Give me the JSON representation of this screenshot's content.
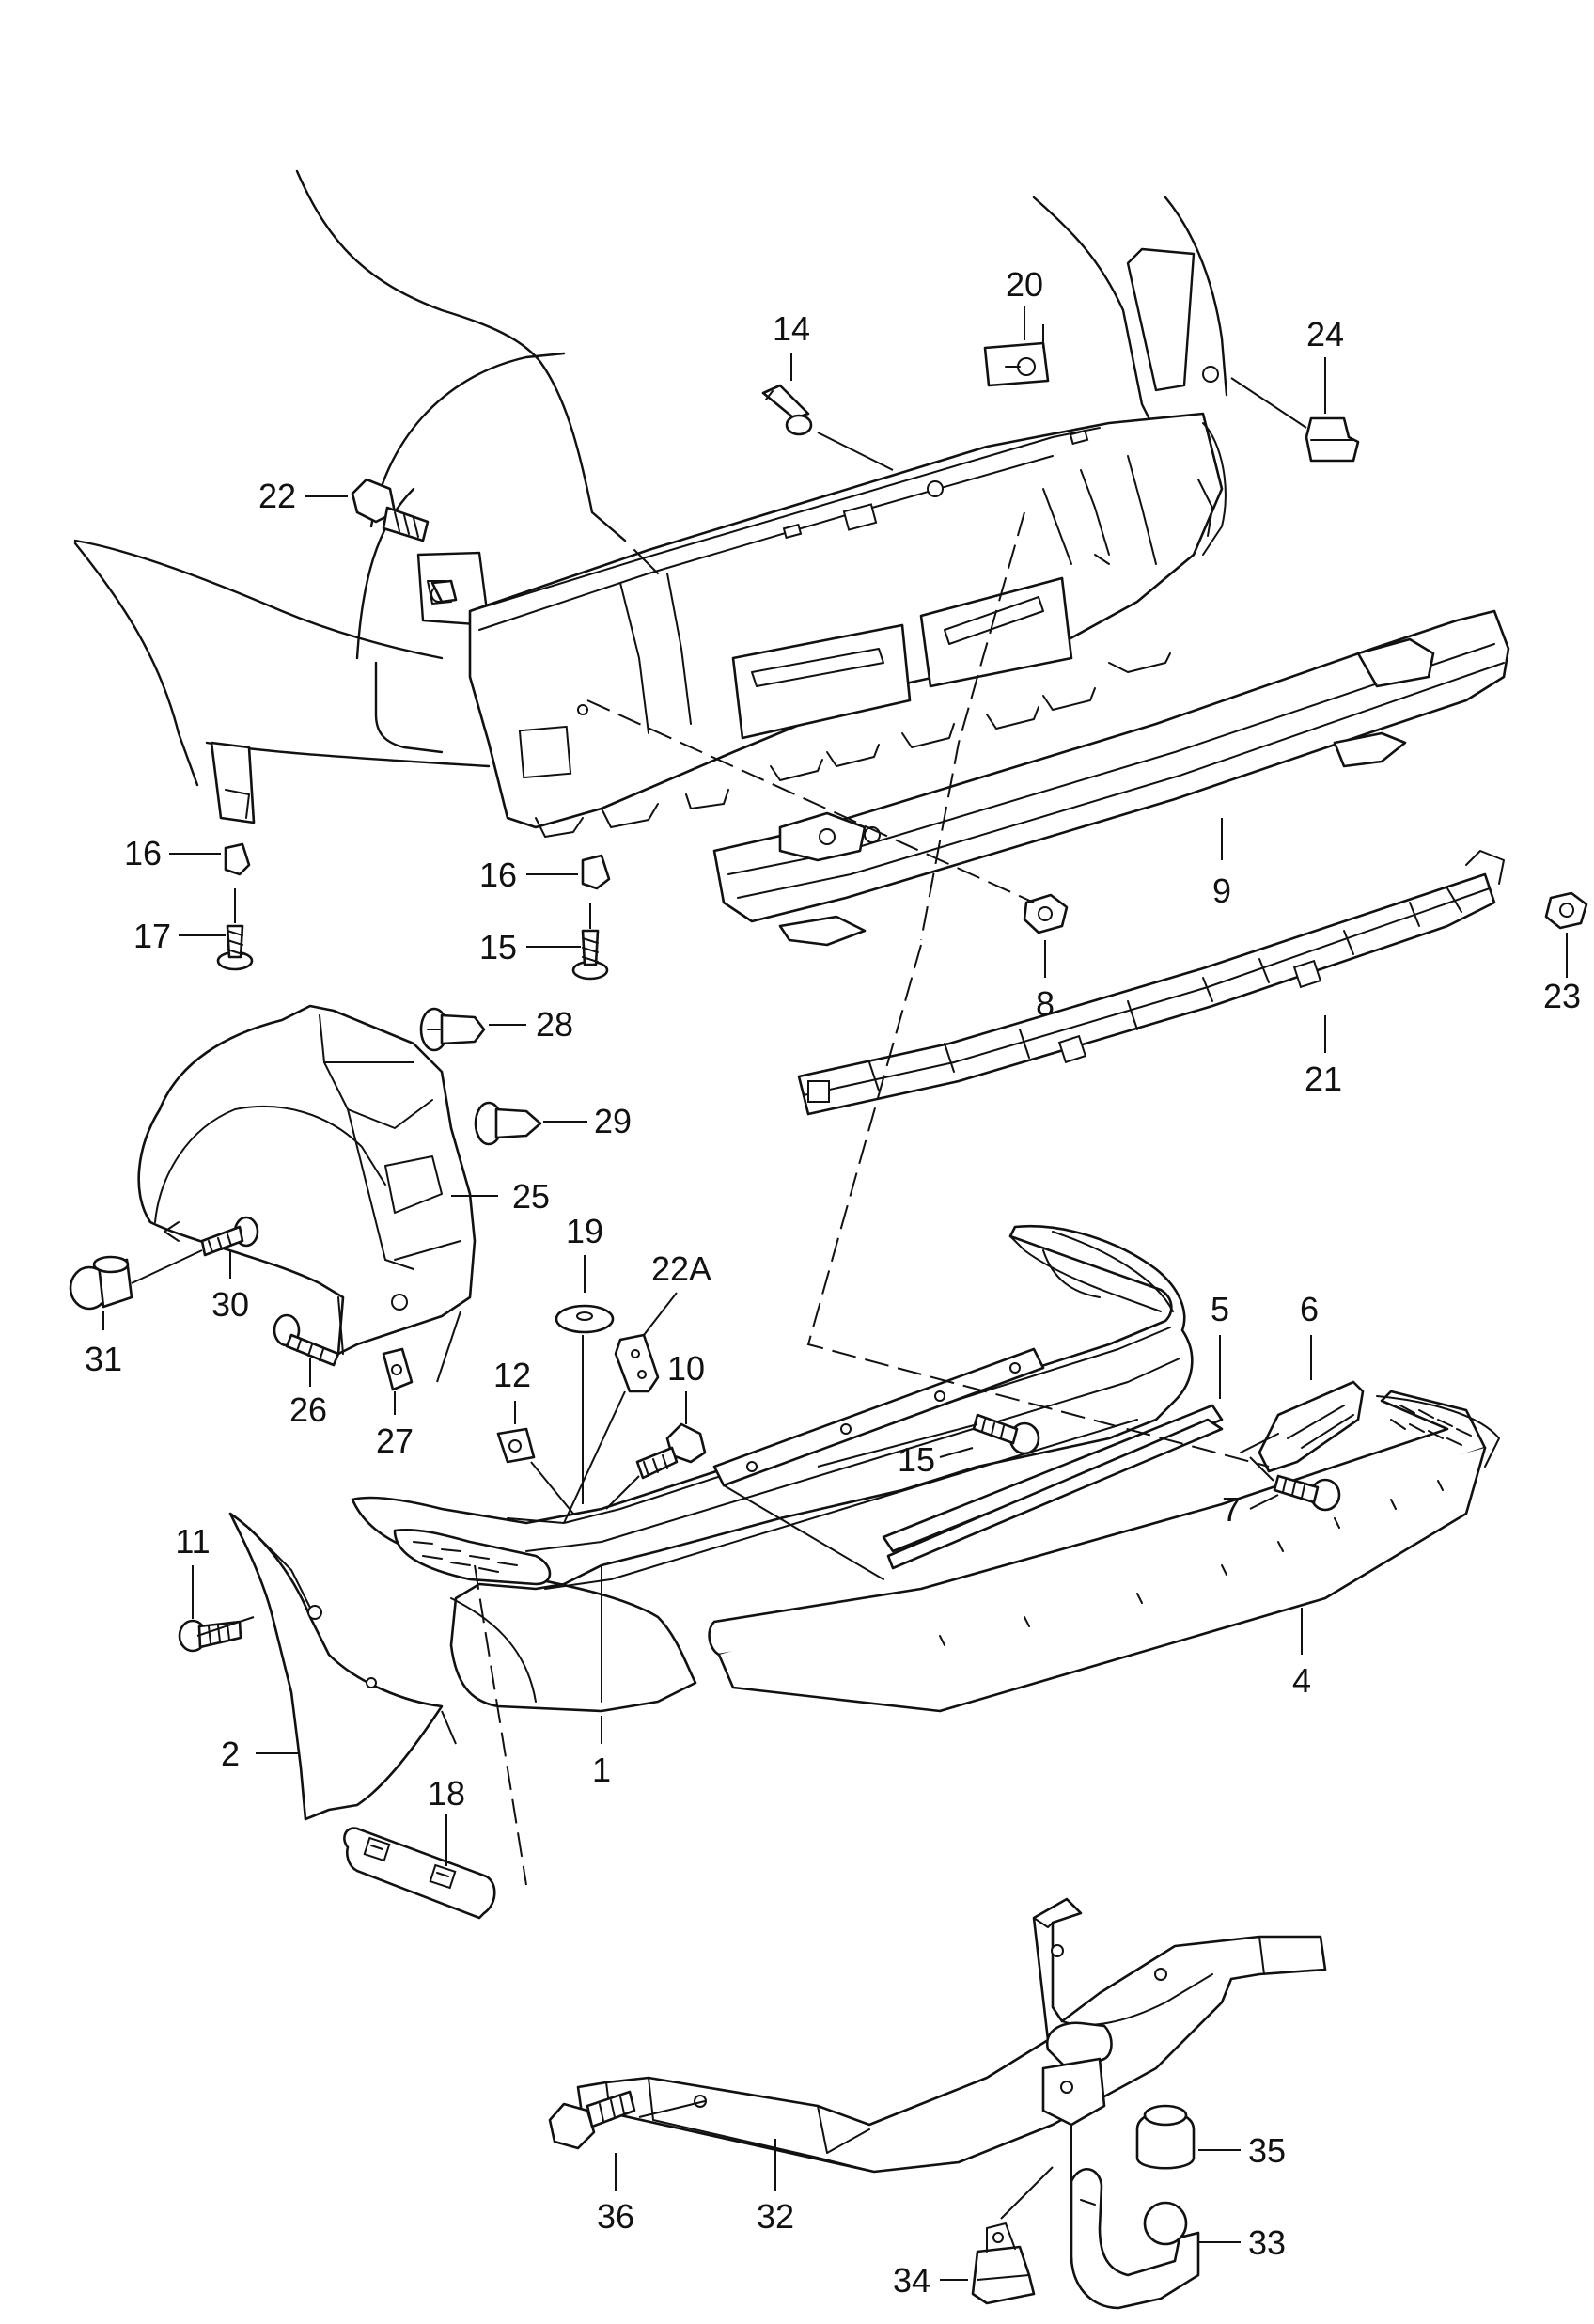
{
  "callouts": [
    {
      "id": "p14",
      "label": "14"
    },
    {
      "id": "p20",
      "label": "20"
    },
    {
      "id": "p24",
      "label": "24"
    },
    {
      "id": "p22",
      "label": "22"
    },
    {
      "id": "p16a",
      "label": "16"
    },
    {
      "id": "p17",
      "label": "17"
    },
    {
      "id": "p16b",
      "label": "16"
    },
    {
      "id": "p15a",
      "label": "15"
    },
    {
      "id": "p9",
      "label": "9"
    },
    {
      "id": "p8",
      "label": "8"
    },
    {
      "id": "p23",
      "label": "23"
    },
    {
      "id": "p21",
      "label": "21"
    },
    {
      "id": "p28",
      "label": "28"
    },
    {
      "id": "p29",
      "label": "29"
    },
    {
      "id": "p25",
      "label": "25"
    },
    {
      "id": "p19",
      "label": "19"
    },
    {
      "id": "p22A",
      "label": "22A"
    },
    {
      "id": "p30",
      "label": "30"
    },
    {
      "id": "p31",
      "label": "31"
    },
    {
      "id": "p26",
      "label": "26"
    },
    {
      "id": "p27",
      "label": "27"
    },
    {
      "id": "p12",
      "label": "12"
    },
    {
      "id": "p10",
      "label": "10"
    },
    {
      "id": "p5",
      "label": "5"
    },
    {
      "id": "p6",
      "label": "6"
    },
    {
      "id": "p15b",
      "label": "15"
    },
    {
      "id": "p7",
      "label": "7"
    },
    {
      "id": "p11",
      "label": "11"
    },
    {
      "id": "p4",
      "label": "4"
    },
    {
      "id": "p2",
      "label": "2"
    },
    {
      "id": "p1",
      "label": "1"
    },
    {
      "id": "p18",
      "label": "18"
    },
    {
      "id": "p35",
      "label": "35"
    },
    {
      "id": "p33",
      "label": "33"
    },
    {
      "id": "p36",
      "label": "36"
    },
    {
      "id": "p32",
      "label": "32"
    },
    {
      "id": "p34",
      "label": "34"
    }
  ]
}
